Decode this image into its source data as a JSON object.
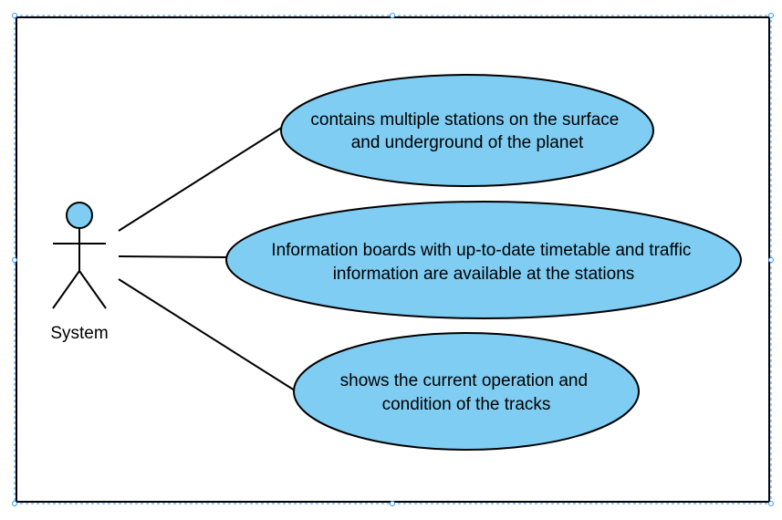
{
  "colors": {
    "usecase_fill": "#7fcdf2",
    "stroke": "#000000",
    "selection": "#3399ff"
  },
  "actor": {
    "label": "System"
  },
  "use_cases": [
    {
      "lines": [
        "contains multiple stations on the surface",
        "and underground of the planet"
      ]
    },
    {
      "lines": [
        "Information boards with up-to-date timetable and traffic",
        "information are available at the stations"
      ]
    },
    {
      "lines": [
        "shows the current operation and",
        "condition of the tracks"
      ]
    }
  ]
}
